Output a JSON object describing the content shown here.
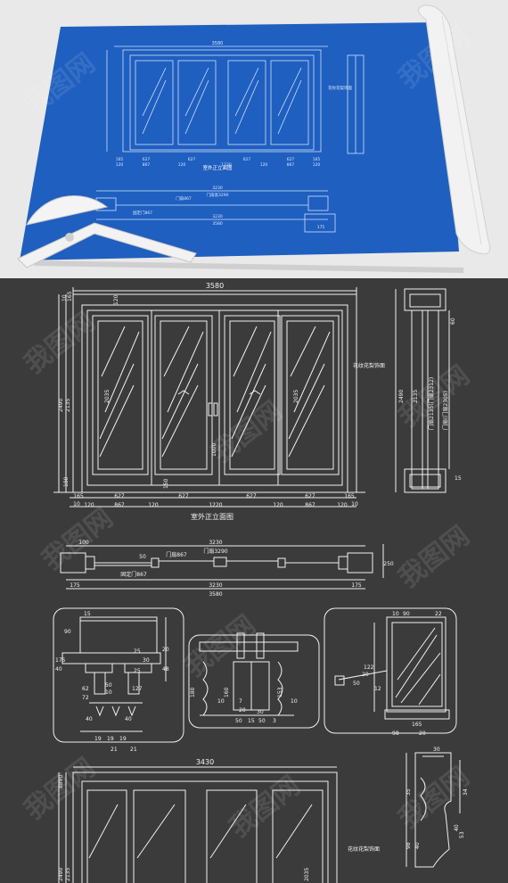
{
  "top": {
    "overall_width": "3580",
    "elev_title": "室外正立面图",
    "dim_row1": [
      "165",
      "627",
      "627",
      "627",
      "627",
      "165"
    ],
    "dim_row2": [
      "120",
      "867",
      "120",
      "1220",
      "120",
      "867",
      "120"
    ],
    "plan_dims": [
      "3230",
      "门扇宽3290",
      "门扇867",
      "3230",
      "3580"
    ],
    "plan_label": "固定门867",
    "side_label": "花纹花梨饰面",
    "box_dim": "175"
  },
  "elevation": {
    "overall_width": "3580",
    "title": "室外正立面图",
    "label_right": "花纹花梨饰面",
    "heights": [
      "2490",
      "2135",
      "2035",
      "2035",
      "1000",
      "180",
      "150",
      "120",
      "10",
      "165"
    ],
    "bottom_row1": [
      "165",
      "627",
      "627",
      "627",
      "627",
      "165"
    ],
    "bottom_row2": [
      "10",
      "120",
      "867",
      "120",
      "1220",
      "120",
      "867",
      "120",
      "10"
    ]
  },
  "side": {
    "height": "2490",
    "label_a": "门扇2135(门扇2312)",
    "label_b": "门扇(门扇2305)",
    "dims": [
      "60",
      "2135",
      "15"
    ]
  },
  "plan": {
    "dims_top": [
      "100",
      "3230",
      "门扇3290",
      "门扇867",
      "50"
    ],
    "dims_bottom": [
      "3230",
      "3580",
      "175",
      "175",
      "250"
    ],
    "label": "固定门867"
  },
  "details": {
    "d1": [
      "15",
      "90",
      "175",
      "40",
      "20",
      "62",
      "72",
      "50",
      "10",
      "127",
      "40",
      "40",
      "19",
      "19",
      "19",
      "21",
      "21",
      "25",
      "30",
      "48",
      "25"
    ],
    "d2": [
      "180",
      "10",
      "160",
      "153",
      "10",
      "7",
      "20",
      "30",
      "50",
      "15",
      "50",
      "3"
    ],
    "d3": [
      "10",
      "90",
      "22",
      "122",
      "50",
      "12",
      "165",
      "98",
      "20",
      "20"
    ]
  },
  "bottom": {
    "overall_width": "3430",
    "label_right": "花纹花梨饰面",
    "heights": [
      "8890",
      "2490",
      "2135",
      "2035"
    ],
    "profile": [
      "30",
      "35",
      "34",
      "98",
      "40",
      "40",
      "53"
    ]
  },
  "watermark": "我图网",
  "colors": {
    "blueprint": "#1f5fbf",
    "dark_bg": "#3b3b3b",
    "line": "#ffffff"
  }
}
